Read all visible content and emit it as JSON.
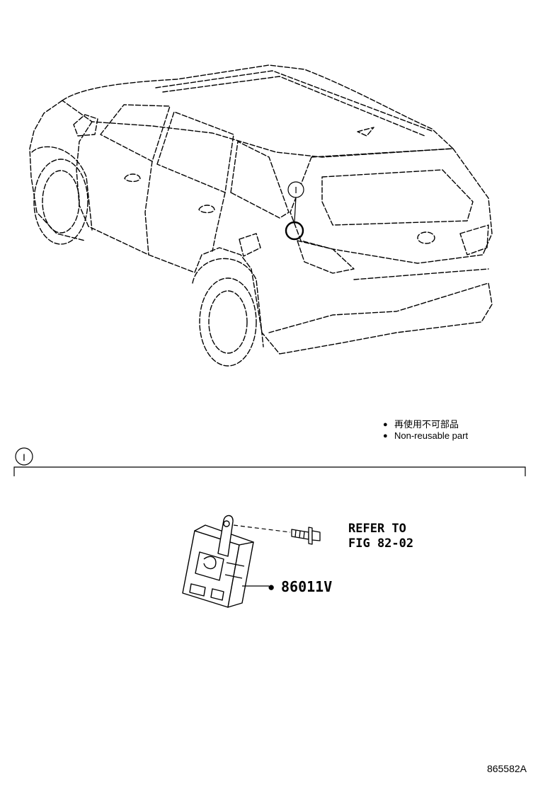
{
  "legend": {
    "items": [
      {
        "bullet": "●",
        "text": "再使用不可部品"
      },
      {
        "bullet": "●",
        "text": "Non-reusable part"
      }
    ]
  },
  "section": {
    "marker": "I"
  },
  "callouts": {
    "vehicle_marker": "I",
    "refer_line1": "REFER TO",
    "refer_line2": "FIG 82-02",
    "part_bullet": "●",
    "part_number": "86011V"
  },
  "figure_id": "865582A"
}
